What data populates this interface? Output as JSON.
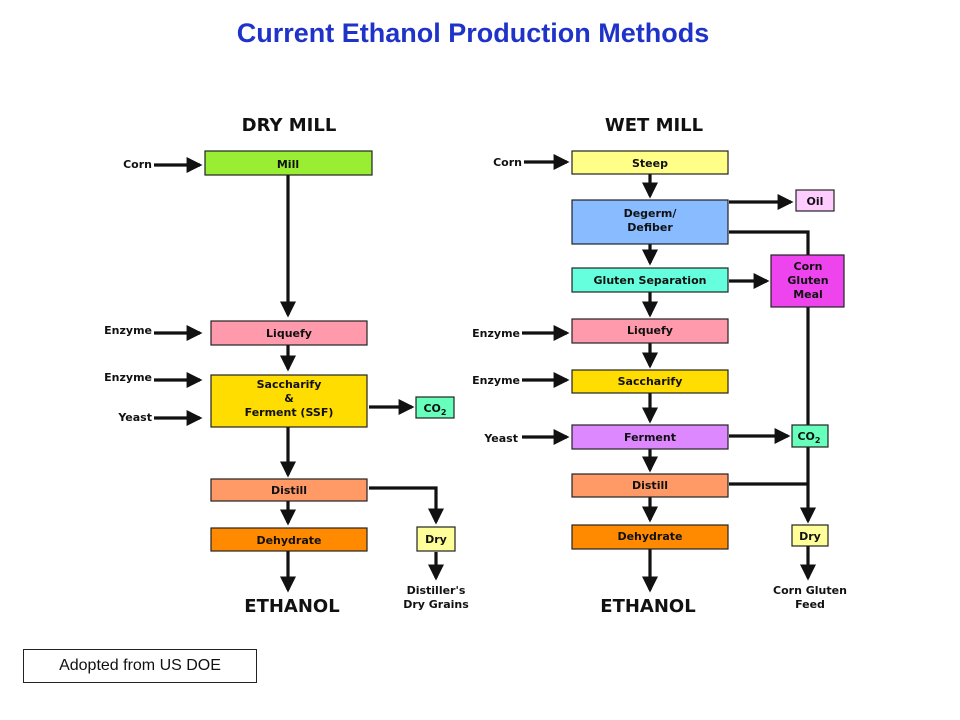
{
  "title": "Current Ethanol Production Methods",
  "source_note": "Adopted from US DOE",
  "colors": {
    "green": "#99ee33",
    "pink": "#ff9aac",
    "yellow": "#ffdd00",
    "orange_light": "#ff9966",
    "orange": "#ff8a00",
    "pale_yellow": "#ffff88",
    "blue": "#88bbff",
    "cyan": "#66ffdd",
    "violet": "#dd88ff",
    "magenta": "#ee44ee",
    "light_pink": "#ffccff",
    "mint": "#66ffbb",
    "cream": "#ffff99"
  },
  "dry_mill": {
    "heading": "DRY MILL",
    "inputs": {
      "corn": "Corn",
      "enzyme1": "Enzyme",
      "enzyme2": "Enzyme",
      "yeast": "Yeast"
    },
    "steps": {
      "mill": "Mill",
      "liquefy": "Liquefy",
      "ssf": [
        "Saccharify",
        "&",
        "Ferment (SSF)"
      ],
      "distill": "Distill",
      "dehydrate": "Dehydrate"
    },
    "co2": {
      "base": "CO",
      "sub": "2"
    },
    "dry": "Dry",
    "byproduct": [
      "Distiller's",
      "Dry Grains"
    ],
    "product": "ETHANOL"
  },
  "wet_mill": {
    "heading": "WET MILL",
    "inputs": {
      "corn": "Corn",
      "enzyme1": "Enzyme",
      "enzyme2": "Enzyme",
      "yeast": "Yeast"
    },
    "steps": {
      "steep": "Steep",
      "degerm": [
        "Degerm/",
        "Defiber"
      ],
      "gluten_sep": "Gluten Separation",
      "liquefy": "Liquefy",
      "saccharify": "Saccharify",
      "ferment": "Ferment",
      "distill": "Distill",
      "dehydrate": "Dehydrate"
    },
    "oil": "Oil",
    "gluten_meal": [
      "Corn",
      "Gluten",
      "Meal"
    ],
    "co2": {
      "base": "CO",
      "sub": "2"
    },
    "dry": "Dry",
    "byproduct": [
      "Corn Gluten",
      "Feed"
    ],
    "product": "ETHANOL"
  }
}
